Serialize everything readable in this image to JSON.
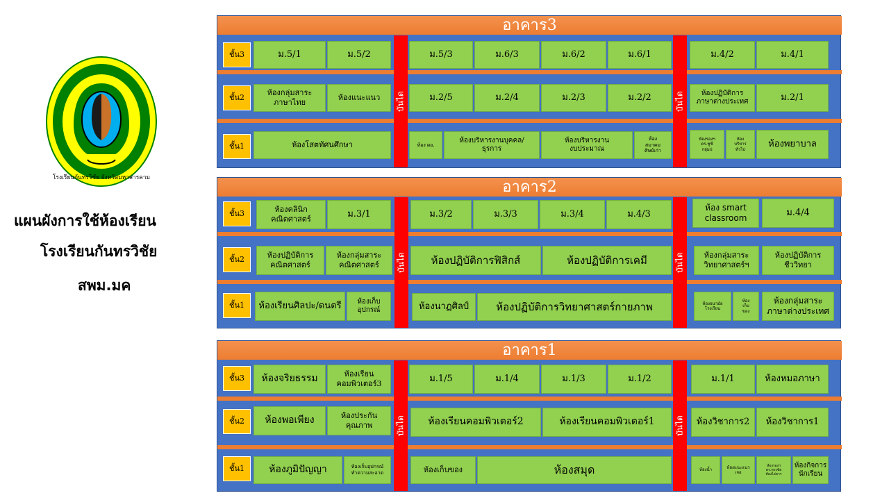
{
  "title": {
    "line1": "แผนผังการใช้ห้องเรียน",
    "line2": "โรงเรียนกันทรวิชัย",
    "line3": "สพม.มค"
  },
  "logo": {
    "text": "โรงเรียนกันทรวิชัย จังหวัดมหาสารคาม",
    "colors": {
      "ring": "#ffff00",
      "outer": "#008000",
      "inner": "#00aeef"
    }
  },
  "buildings": {
    "b3": {
      "name": "อาคาร3",
      "stairs": "บันได",
      "floors": [
        "ชั้น3",
        "ชั้น2",
        "ชั้น1"
      ],
      "rooms": [
        "ม.5/1",
        "ม.5/2",
        "ม.5/3",
        "ม.6/3",
        "ม.6/2",
        "ม.6/1",
        "ม.4/2",
        "ม.4/1",
        "ห้องกลุ่มสาระ\nภาษาไทย",
        "ห้องแนะแนว",
        "ม.2/5",
        "ม.2/4",
        "ม.2/3",
        "ม.2/2",
        "ห้องปฏิบัติการ\nภาษาต่างประเทศ",
        "ม.2/1",
        "ห้องโสตทัศนศึกษา",
        "ห้อง ผอ.",
        "ห้องบริหารงานบุคคล/\nธุรการ",
        "ห้องบริหารงาน\nงบประมาณ",
        "ห้อง\nสมาคม\nศิษย์เก่า",
        "ห้องรองฯ\nดร.ชูชี\nกลุ่มบ่",
        "ห้อง\nบริหาร\nทั่วไป",
        "ห้องพยาบาล"
      ]
    },
    "b2": {
      "name": "อาคาร2",
      "stairs": "บันได",
      "floors": [
        "ชั้น3",
        "ชั้น2",
        "ชั้น1"
      ],
      "rooms": [
        "ห้องคลินิก\nคณิตศาสตร์",
        "ม.3/1",
        "ม.3/2",
        "ม.3/3",
        "ม.3/4",
        "ม.4/3",
        "ห้อง smart\nclassroom",
        "ม.4/4",
        "ห้องปฏิบัติการ\nคณิตศาสตร์",
        "ห้องกลุ่มสาระ\nคณิตศาสตร์",
        "ห้องปฏิบัติการฟิสิกส์",
        "ห้องปฏิบัติการเคมี",
        "ห้องกลุ่มสาระ\nวิทยาศาสตร์ฯ",
        "ห้องปฏิบัติการ\nชีววิทยา",
        "ห้องเรียนศิลปะ/ดนตรี",
        "ห้องเก็บ\nอุปกรณ์",
        "ห้องนาฏศิลป์",
        "ห้องปฏิบัติการวิทยาศาสตร์กายภาพ",
        "ห้องอนามัย\nโรงเรียน",
        "ห้อง\nเก็บ\nของ",
        "ห้องกลุ่มสาระ\nภาษาต่างประเทศ"
      ]
    },
    "b1": {
      "name": "อาคาร1",
      "stairs": "บันได",
      "floors": [
        "ชั้น3",
        "ชั้น2",
        "ชั้น1"
      ],
      "rooms": [
        "ห้องจริยธรรม",
        "ห้องเรียน\nคอมพิวเตอร์3",
        "ม.1/5",
        "ม.1/4",
        "ม.1/3",
        "ม.1/2",
        "ม.1/1",
        "ห้องหมอภาษา",
        "ห้องพอเพียง",
        "ห้องประกัน\nคุณภาพ",
        "ห้องเรียนคอมพิวเตอร์2",
        "ห้องเรียนคอมพิวเตอร์1",
        "ห้องวิชาการ2",
        "ห้องวิชาการ1",
        "ห้องภูมิปัญญา",
        "ห้องเก็บอุปกรณ์\nทำความสะอาด",
        "ห้องเก็บของ",
        "ห้องสมุด",
        "ห้องน้ำ",
        "ห้องแนะแนว\nเจอ",
        "ห้องรองฯ\nดร.ทรงชัย\nห้องไอ่ดาร",
        "ห้องกิจการ\nนักเรียน"
      ]
    }
  }
}
